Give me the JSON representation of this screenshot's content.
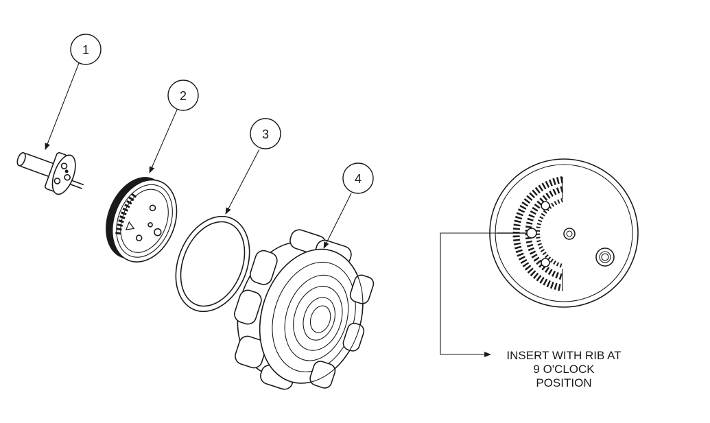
{
  "callouts": [
    {
      "label": "1"
    },
    {
      "label": "2"
    },
    {
      "label": "3"
    },
    {
      "label": "4"
    }
  ],
  "note": {
    "line1": "INSERT WITH RIB AT",
    "line2": "9 O'CLOCK",
    "line3": "POSITION"
  },
  "colors": {
    "line": "#1a1a1a",
    "background": "#ffffff"
  }
}
